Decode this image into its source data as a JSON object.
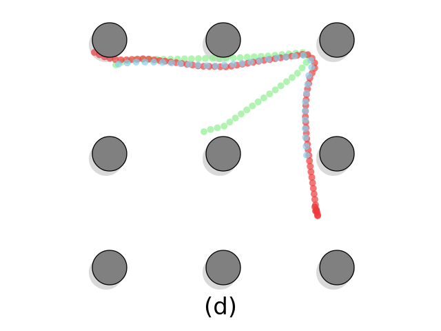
{
  "figure": {
    "label": "(d)",
    "colors": {
      "node_fill": "#808080",
      "node_stroke": "#000000",
      "shadow_fill": "#b3b3b3",
      "trajectories": {
        "red": "#ee3b3b",
        "blue": "#87ceeb",
        "green": "#90ee90"
      }
    },
    "nodes": [
      "n00",
      "n01",
      "n02",
      "n10",
      "n11",
      "n12",
      "n20",
      "n21",
      "n22"
    ],
    "trajectories": [
      "red",
      "blue",
      "green"
    ]
  }
}
